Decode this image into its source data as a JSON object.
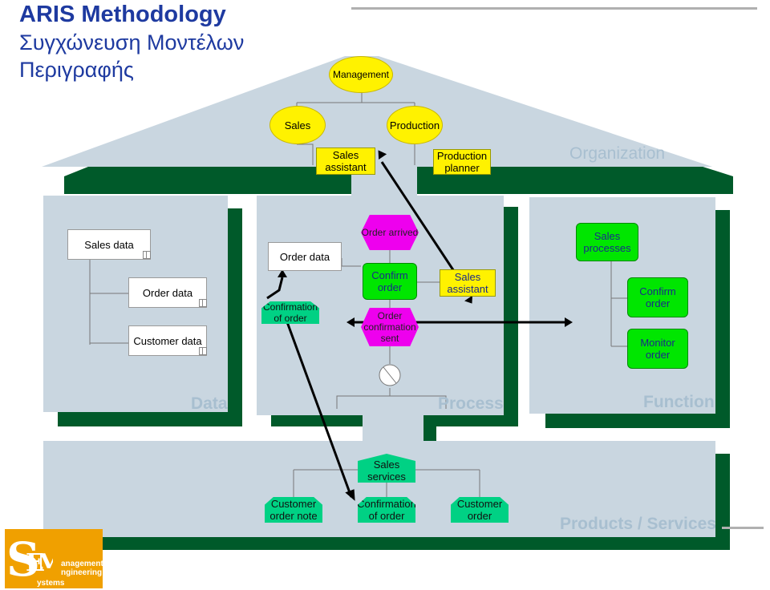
{
  "title": {
    "line1": "ARIS Methodology",
    "line2": "Συγχώνευση Μοντέλων",
    "line3": "Περιγραφής"
  },
  "organization": {
    "section_label": "Organization",
    "management": "Management",
    "sales": "Sales",
    "production": "Production",
    "sales_assistant": "Sales assistant",
    "production_planner": "Production planner"
  },
  "data_view": {
    "section_label": "Data",
    "sales_data": "Sales data",
    "order_data": "Order data",
    "customer_data": "Customer data"
  },
  "process_view": {
    "section_label": "Process",
    "order_data": "Order data",
    "confirmation_of_order": "Confirmation of order",
    "order_arrived": "Order arrived",
    "confirm_order": "Confirm order",
    "order_confirmation_sent": "Order confirmation sent",
    "sales_assistant": "Sales assistant"
  },
  "function_view": {
    "section_label": "Function",
    "sales_processes": "Sales processes",
    "confirm_order": "Confirm order",
    "monitor_order": "Monitor order"
  },
  "products_view": {
    "section_label": "Products / Services",
    "sales_services": "Sales services",
    "customer_order_note": "Customer order note",
    "confirmation_of_order": "Confirmation of order",
    "customer_order": "Customer order"
  },
  "logo": {
    "line1": "anagement",
    "line2": "ngineering",
    "line3": "ystems"
  },
  "colors": {
    "title": "#1e3aa0",
    "panel": "#c9d6e0",
    "shadow": "#005a2a",
    "org_unit": "#fff200",
    "function": "#00e600",
    "event": "#ee00ee",
    "information": "#00d184"
  }
}
